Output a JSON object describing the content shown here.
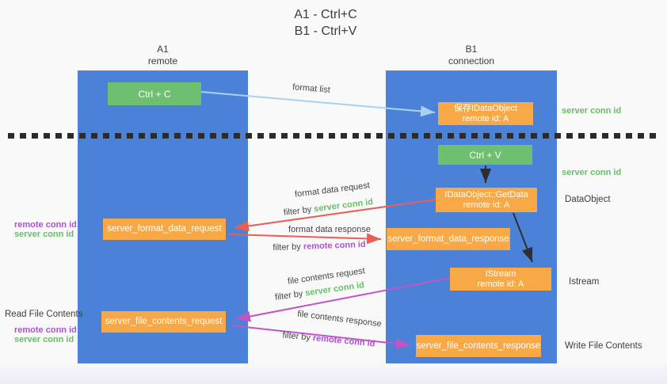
{
  "title": {
    "line1": "A1 - Ctrl+C",
    "line2": "B1 - Ctrl+V"
  },
  "lanes": {
    "left": {
      "name": "A1",
      "role": "remote"
    },
    "right": {
      "name": "B1",
      "role": "connection"
    }
  },
  "nodes": {
    "ctrl_c": {
      "label": "Ctrl + C"
    },
    "ctrl_v": {
      "label": "Ctrl + V"
    },
    "save_dataobject": {
      "line1": "保存IDataObject",
      "line2": "remote id: A"
    },
    "getdata": {
      "line1": "IDataObject::GetData",
      "line2": "remote id: A"
    },
    "istream": {
      "line1": "IStream",
      "line2": "remote id: A"
    },
    "format_request": {
      "label": "server_format_data_request"
    },
    "format_response": {
      "label": "server_format_data_response"
    },
    "file_request": {
      "label": "server_file_contents_request"
    },
    "file_response": {
      "label": "server_file_contents_response"
    }
  },
  "edge_labels": {
    "format_list": "format list",
    "format_data_request": "format data request",
    "format_data_response": "format data response",
    "file_contents_request": "file contents request",
    "file_contents_response": "file contents response",
    "filter_by": "filter by ",
    "server_conn_id": "server conn id",
    "remote_conn_id": "remote conn id"
  },
  "side_labels": {
    "server_conn_id_top": "server conn id",
    "server_conn_id_mid": "server conn id",
    "dataobject": "DataObject",
    "istream": "Istream",
    "write_file_contents": "Write File Contents",
    "read_file_contents": "Read File Contents",
    "remote_conn_id": "remote conn id",
    "server_conn_id": "server conn id"
  },
  "colors": {
    "lane_blue": "#4c81d8",
    "node_green": "#6fbf71",
    "node_orange": "#f8a945",
    "arrow_light_blue": "#a9d2f0",
    "arrow_red": "#e75f55",
    "arrow_magenta": "#bf55c6",
    "arrow_black": "#2e2e2e",
    "conn_id_green": "#66bf66",
    "conn_id_purple": "#ae51d0"
  }
}
